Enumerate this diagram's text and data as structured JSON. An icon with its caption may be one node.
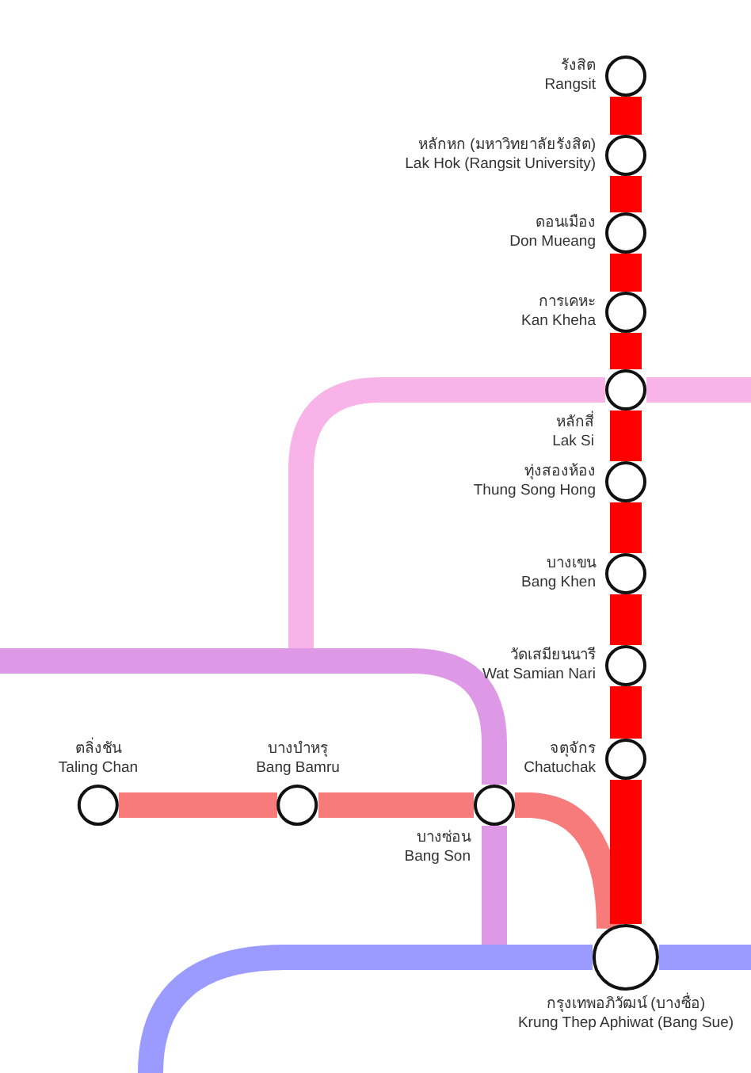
{
  "diagram": {
    "nodes": [
      {
        "text": [
          "รังสิต",
          "Rangsit"
        ]
      },
      {
        "text": [
          "หลักหก (มหาวิทยาลัยรังสิต)",
          "Lak Hok (Rangsit University)"
        ]
      },
      {
        "text": [
          "ดอนเมือง",
          "Don Mueang"
        ]
      },
      {
        "text": [
          "การเคหะ",
          "Kan Kheha"
        ]
      },
      {
        "text": [
          "หลักสี่",
          "Lak Si"
        ]
      },
      {
        "text": [
          "ทุ่งสองห้อง",
          "Thung Song Hong"
        ]
      },
      {
        "text": [
          "บางเขน",
          "Bang Khen"
        ]
      },
      {
        "text": [
          "วัดเสมียนนารี",
          "Wat Samian Nari"
        ]
      },
      {
        "text": [
          "จตุจักร",
          "Chatuchak"
        ]
      },
      {
        "text": [
          "ตลิ่งชัน",
          "Taling Chan"
        ]
      },
      {
        "text": [
          "บางบำหรุ",
          "Bang Bamru"
        ]
      },
      {
        "text": [
          "บางซ่อน",
          "Bang Son"
        ]
      },
      {
        "text": [
          "กรุงเทพอภิวัฒน์ (บางซื่อ)",
          "Krung Thep Aphiwat (Bang Sue)"
        ]
      }
    ],
    "edges": [
      {
        "from": 0,
        "to": 1,
        "arrow": "none"
      },
      {
        "from": 1,
        "to": 2,
        "arrow": "none"
      },
      {
        "from": 2,
        "to": 3,
        "arrow": "none"
      },
      {
        "from": 3,
        "to": 4,
        "arrow": "none"
      },
      {
        "from": 4,
        "to": 5,
        "arrow": "none"
      },
      {
        "from": 5,
        "to": 6,
        "arrow": "none"
      },
      {
        "from": 6,
        "to": 7,
        "arrow": "none"
      },
      {
        "from": 7,
        "to": 8,
        "arrow": "none"
      },
      {
        "from": 8,
        "to": 12,
        "arrow": "none"
      },
      {
        "from": 9,
        "to": 10,
        "arrow": "none",
        "color": "#f77b7b"
      },
      {
        "from": 10,
        "to": 11,
        "arrow": "none",
        "color": "#f77b7b"
      },
      {
        "from": 11,
        "to": 12,
        "arrow": "none",
        "color": "#f77b7b"
      },
      {
        "from": null,
        "to": 4,
        "arrow": "none",
        "color": "#f8b4e8"
      },
      {
        "from": 4,
        "to": null,
        "arrow": "none",
        "color": "#f8b4e8"
      },
      {
        "from": null,
        "to": 11,
        "arrow": "none",
        "color": "#dd98e6"
      },
      {
        "from": 11,
        "to": null,
        "arrow": "none",
        "color": "#dd98e6"
      },
      {
        "from": null,
        "to": 12,
        "arrow": "none",
        "color": "#9a9aff"
      },
      {
        "from": 12,
        "to": null,
        "arrow": "none",
        "color": "#9a9aff"
      }
    ]
  }
}
